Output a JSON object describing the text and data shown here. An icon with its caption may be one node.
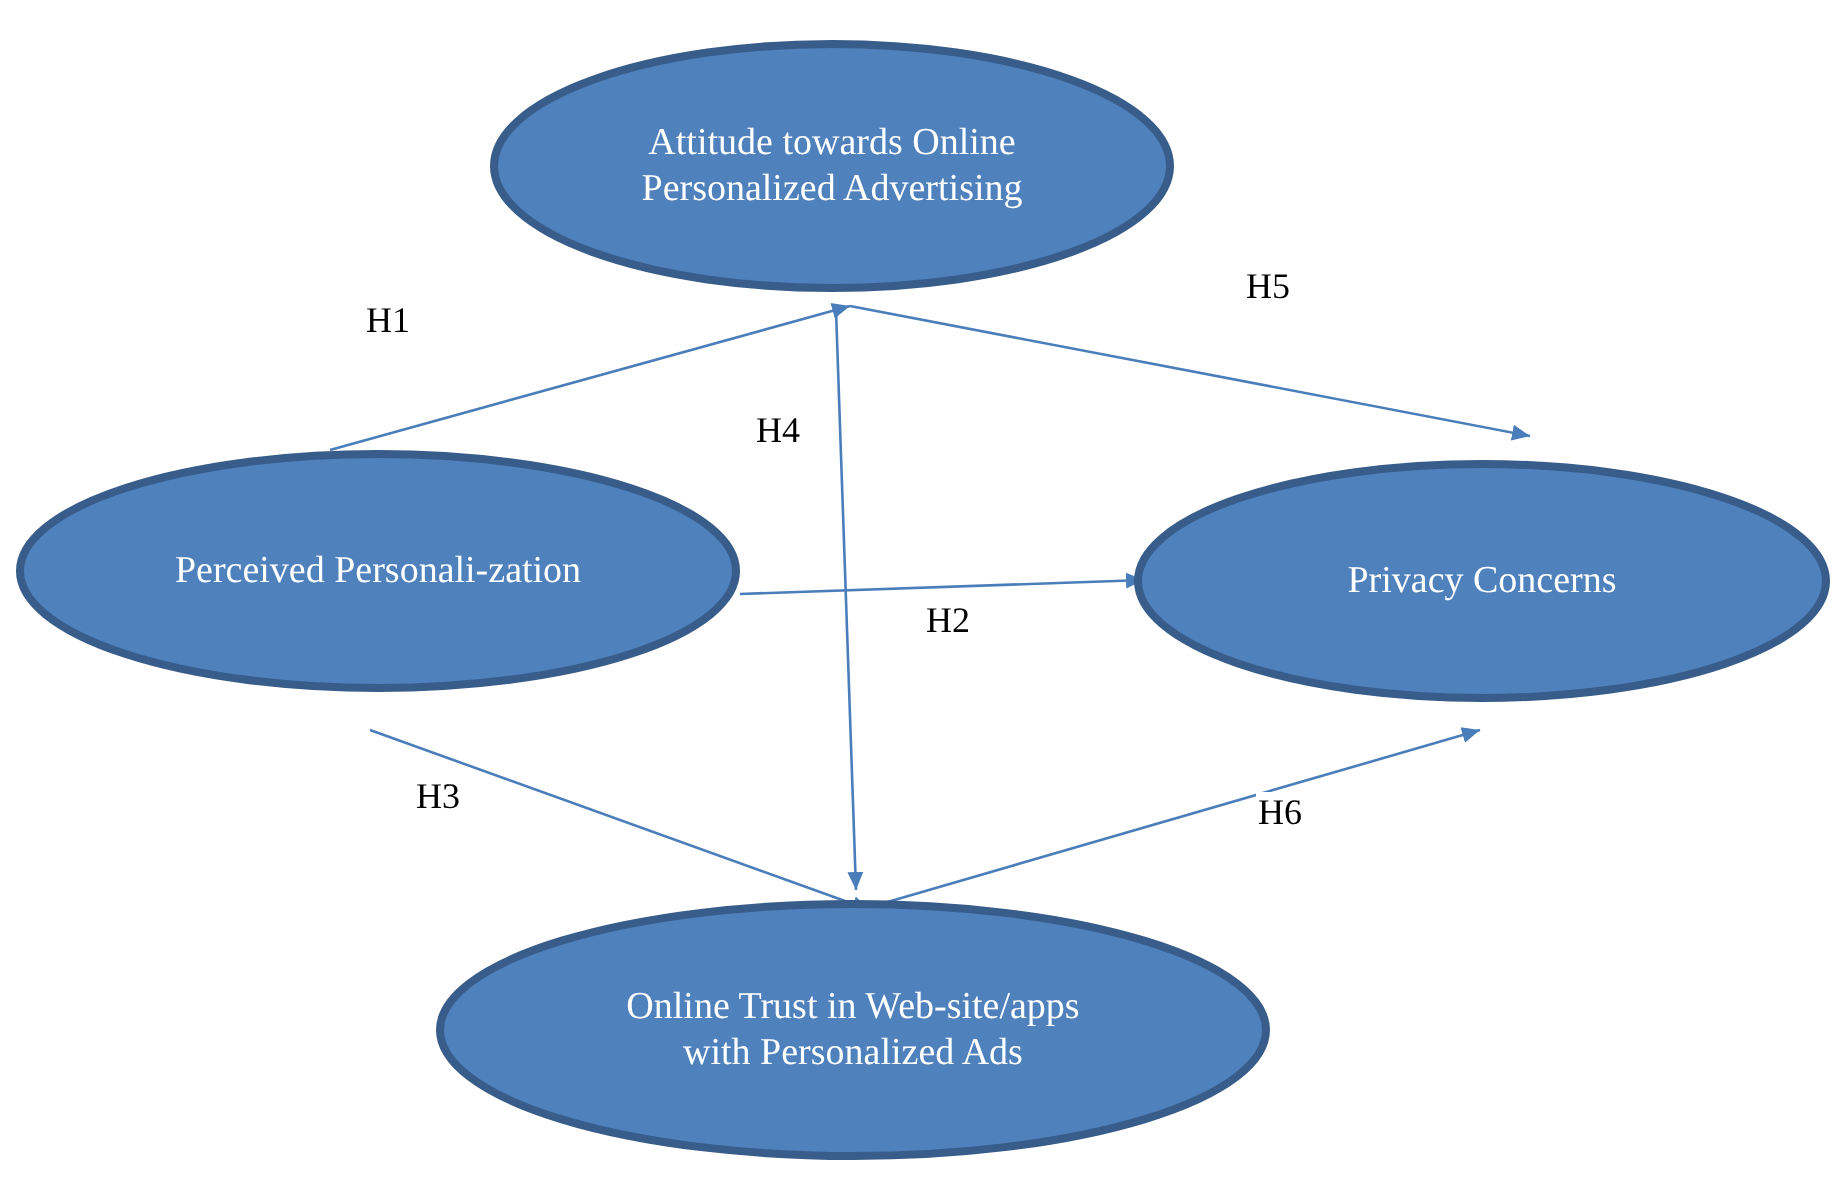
{
  "diagram": {
    "nodes": [
      {
        "text": [
          "Attitude towards Online Personalized Advertising"
        ]
      },
      {
        "text": [
          "Perceived Personali-zation"
        ]
      },
      {
        "text": [
          "Privacy Concerns"
        ]
      },
      {
        "text": [
          "Online Trust in Web-site/apps with Personalized Ads"
        ]
      }
    ],
    "edges": [
      {
        "from": 1,
        "to": 0,
        "arrow": "to",
        "label": "H1"
      },
      {
        "from": 1,
        "to": 2,
        "arrow": "to",
        "label": "H2"
      },
      {
        "from": 1,
        "to": 3,
        "arrow": "to",
        "label": "H3"
      },
      {
        "from": 0,
        "to": 3,
        "arrow": "to",
        "label": "H4"
      },
      {
        "from": 0,
        "to": 2,
        "arrow": "to",
        "label": "H5"
      },
      {
        "from": 3,
        "to": 2,
        "arrow": "to",
        "label": "H6"
      }
    ]
  }
}
